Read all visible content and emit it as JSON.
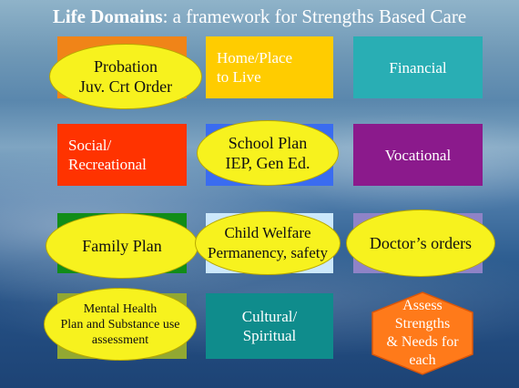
{
  "title": {
    "bold": "Life Domains",
    "rest": ": a framework for Strengths Based Care"
  },
  "domains": {
    "probation": "",
    "home": "Home/Place\nto Live",
    "financial": "Financial",
    "social": "Social/\nRecreational",
    "school": "",
    "vocational": "Vocational",
    "family": "",
    "child_welfare": "",
    "doctor": "",
    "mental_health": "",
    "cultural": "Cultural/\nSpiritual"
  },
  "ovals": {
    "probation": "Probation\nJuv. Crt Order",
    "school": "School Plan\nIEP, Gen Ed.",
    "family": "Family Plan",
    "child_welfare": "Child Welfare\nPermanency, safety",
    "doctor": "Doctor’s orders",
    "mental_health": "Mental Health\nPlan and Substance use\nassessment"
  },
  "hexagon": "Assess\nStrengths\n& Needs for\neach",
  "colors": {
    "orange_box": "#f08418",
    "yellow_box": "#ffcc00",
    "teal_box": "#29aeb4",
    "red_box": "#ff3300",
    "blue_box": "#3a6cf0",
    "purple_box": "#8b1a8c",
    "green_box": "#118d18",
    "light_blue_box": "#cce8fb",
    "lavender_box": "#8f83c7",
    "olive_box": "#92a832",
    "dark_teal_box": "#0f8c8c",
    "oval": "#f7f21e",
    "hexagon": "#ff7a1a"
  }
}
